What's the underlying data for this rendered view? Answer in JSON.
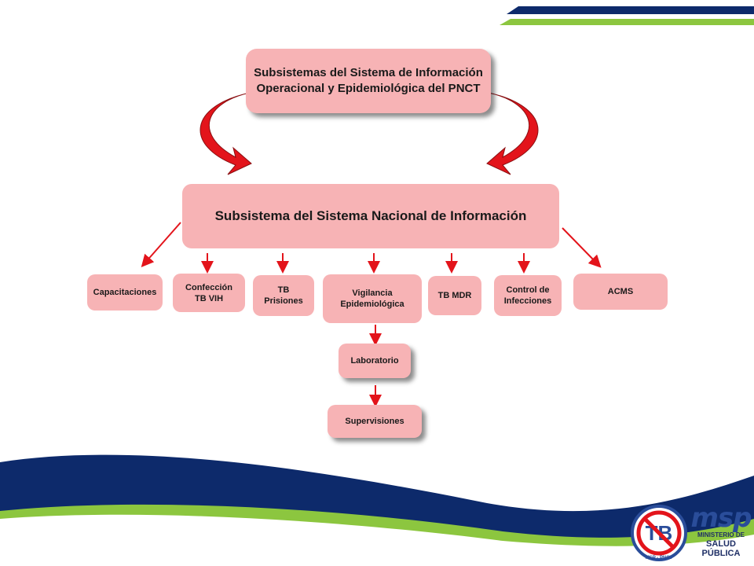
{
  "diagram": {
    "top_title": "Subsistemas del Sistema de Información\nOperacional y Epidemiológica del PNCT",
    "central_title": "Subsistema del Sistema Nacional de Información",
    "branches": [
      "Capacitaciones",
      "Confección\nTB VIH",
      "TB\nPrisiones",
      "Vigilancia\nEpidemiológica",
      "TB MDR",
      "Control de\nInfecciones",
      "ACMS"
    ],
    "chain": [
      "Laboratorio",
      "Supervisiones"
    ]
  },
  "logos": {
    "tb_logo_text": "TB",
    "tb_logo_caption": "MSP - PNCT",
    "msp_brand": "msp",
    "msp_line1": "MINISTERIO DE",
    "msp_line2": "SALUD PÚBLICA"
  },
  "colors": {
    "box_fill": "#f7b3b5",
    "arrow_red": "#e3141b",
    "wave_navy": "#0d2a6b",
    "wave_green": "#8cc63f"
  }
}
